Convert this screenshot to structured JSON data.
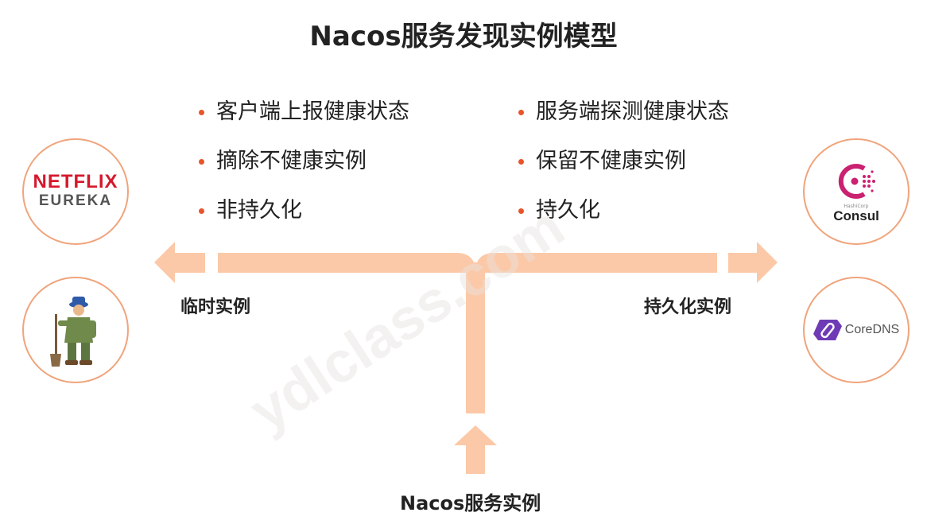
{
  "title": "Nacos服务发现实例模型",
  "left_bullets": [
    "客户端上报健康状态",
    "摘除不健康实例",
    "非持久化"
  ],
  "right_bullets": [
    "服务端探测健康状态",
    "保留不健康实例",
    "持久化"
  ],
  "left_branch_label": "临时实例",
  "right_branch_label": "持久化实例",
  "bottom_label": "Nacos服务实例",
  "logos": {
    "netflix": "NETFLIX",
    "eureka": "EUREKA",
    "consul_small": "HashiCorp",
    "consul": "Consul",
    "coredns": "CoreDNS"
  },
  "watermark": "ydlclass.com",
  "colors": {
    "arrow": "#fcc9a8",
    "circle_border": "#f0a47c",
    "bullet": "#e8542a",
    "consul_magenta": "#ca2171",
    "coredns_purple": "#6f3ab5"
  },
  "icons": [
    "netflix-eureka-logo",
    "gardener-figure-icon",
    "consul-icon",
    "coredns-icon"
  ]
}
